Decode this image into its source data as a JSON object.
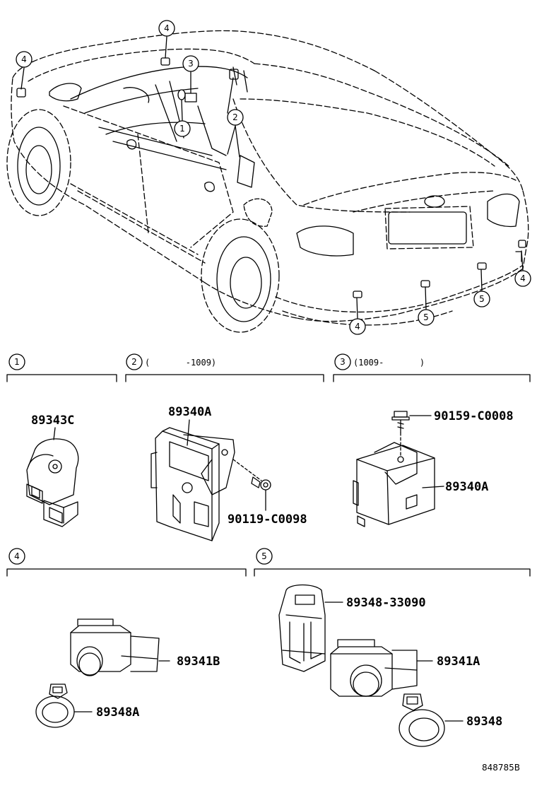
{
  "diagram_id": "848785B",
  "sections": [
    {
      "num": "1",
      "note": ""
    },
    {
      "num": "2",
      "note": "(       -1009)"
    },
    {
      "num": "3",
      "note": "(1009-       )"
    },
    {
      "num": "4",
      "note": ""
    },
    {
      "num": "5",
      "note": ""
    }
  ],
  "callouts": [
    "4",
    "4",
    "3",
    "1",
    "2",
    "4",
    "5",
    "5",
    "4"
  ],
  "parts": {
    "s1_sensor": "89343C",
    "s2_module": "89340A",
    "s2_bolt": "90119-C0098",
    "s3_bolt": "90159-C0008",
    "s3_module": "89340A",
    "s4_sensor": "89341B",
    "s4_ring": "89348A",
    "s5_bracket": "89348-33090",
    "s5_sensor": "89341A",
    "s5_ring": "89348"
  }
}
